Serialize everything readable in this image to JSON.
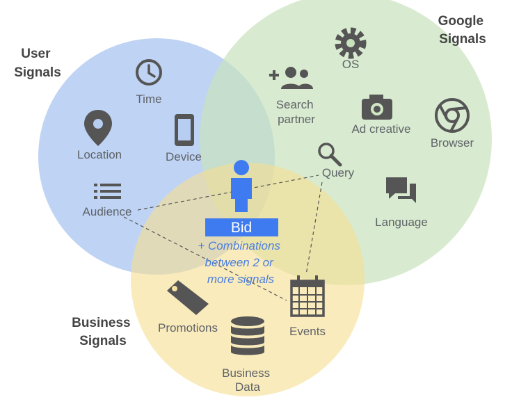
{
  "groups": {
    "user": [
      "User",
      "Signals"
    ],
    "google": [
      "Google",
      "Signals"
    ],
    "business": [
      "Business",
      "Signals"
    ]
  },
  "signals": {
    "time": "Time",
    "location": "Location",
    "device": "Device",
    "audience": "Audience",
    "search_partner": [
      "Search",
      "partner"
    ],
    "os": "OS",
    "ad_creative": "Ad creative",
    "browser": "Browser",
    "query": "Query",
    "language": "Language",
    "promotions": "Promotions",
    "business_data": [
      "Business",
      "Data"
    ],
    "events": "Events"
  },
  "center": {
    "bid": "Bid",
    "combinations": [
      "+ Combinations",
      "between 2 or",
      "more signals"
    ]
  },
  "colors": {
    "user_circle": "#b7cdf2",
    "google_circle": "#cfe6c4",
    "business_circle": "#f6e3a2",
    "icon": "#555555",
    "bid_blue": "#3f7bf0"
  }
}
